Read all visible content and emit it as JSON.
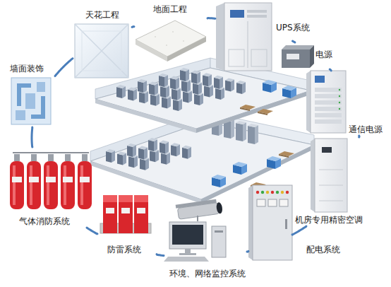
{
  "diagram": {
    "nodes": [
      {
        "text": [
          "天花工程"
        ]
      },
      {
        "text": [
          "地面工程"
        ]
      },
      {
        "text": [
          "UPS系统"
        ]
      },
      {
        "text": [
          "电源"
        ]
      },
      {
        "text": [
          "墙面装饰"
        ]
      },
      {
        "text": [
          "通信电源"
        ]
      },
      {
        "text": [
          "机房专用精密空调"
        ]
      },
      {
        "text": [
          "气体消防系统"
        ]
      },
      {
        "text": [
          "防雷系统"
        ]
      },
      {
        "text": [
          "配电系统"
        ]
      },
      {
        "text": [
          "环境、网络监控系统"
        ]
      }
    ],
    "edges": [
      {
        "from": 0,
        "to": 1,
        "arrow": "none"
      },
      {
        "from": 1,
        "to": 2,
        "arrow": "none"
      },
      {
        "from": 2,
        "to": 3,
        "arrow": "none"
      },
      {
        "from": 3,
        "to": 5,
        "arrow": "none"
      },
      {
        "from": 5,
        "to": 6,
        "arrow": "none"
      },
      {
        "from": 6,
        "to": 9,
        "arrow": "none"
      },
      {
        "from": 9,
        "to": 10,
        "arrow": "none"
      },
      {
        "from": 10,
        "to": 8,
        "arrow": "none"
      },
      {
        "from": 8,
        "to": 7,
        "arrow": "none"
      },
      {
        "from": 7,
        "to": 4,
        "arrow": "none"
      },
      {
        "from": 4,
        "to": 0,
        "arrow": "none"
      }
    ]
  }
}
